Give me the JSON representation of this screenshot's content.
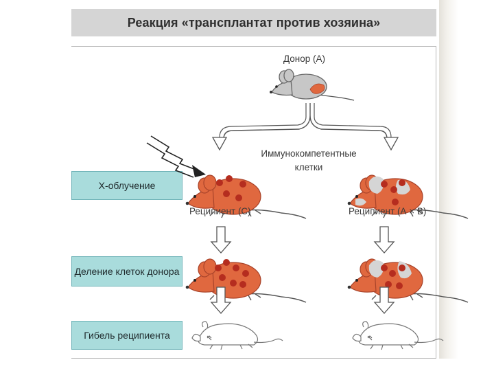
{
  "title": "Реакция «трансплантат против хозяина»",
  "labels": {
    "xray": "Х-облучение",
    "division": "Деление клеток донора",
    "death": "Гибель реципиента"
  },
  "captions": {
    "donor": "Донор (А)",
    "immune_cells": "Иммунокомпетентные клетки",
    "recipient_c": "Реципиент (С)",
    "recipient_axb": "Реципиент (А × В)"
  },
  "colors": {
    "mouse_grey": "#c7c7c7",
    "mouse_red": "#e0683f",
    "label_teal": "#a9dcdc"
  }
}
